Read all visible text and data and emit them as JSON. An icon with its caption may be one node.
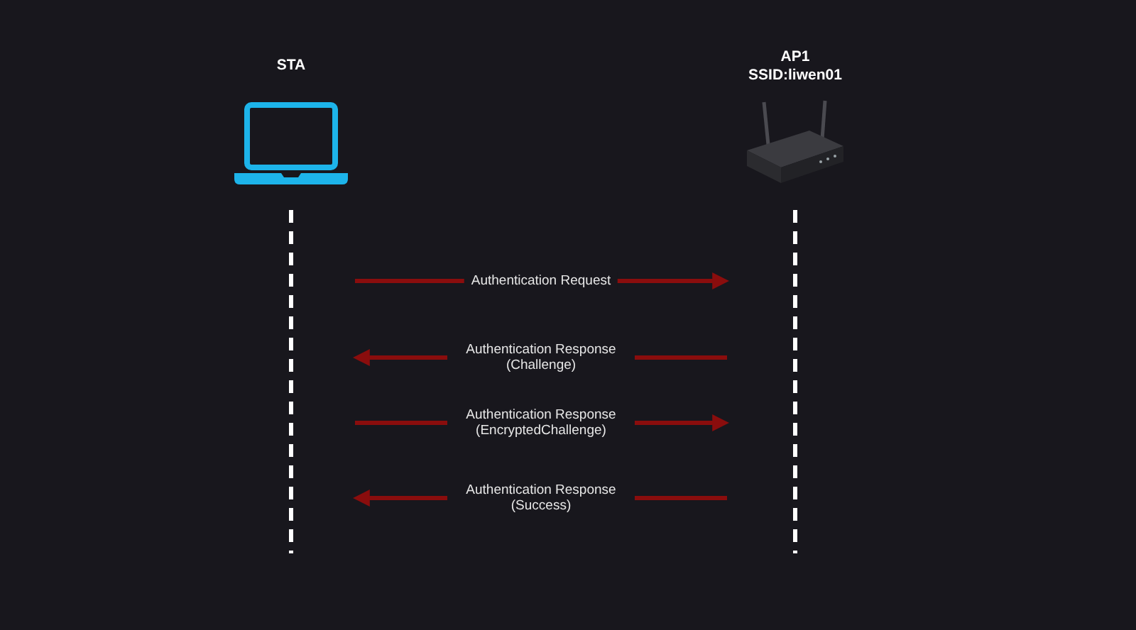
{
  "diagram": {
    "nodes": [
      {
        "text": [
          "STA"
        ]
      },
      {
        "text": [
          "AP1",
          "SSID:liwen01"
        ]
      }
    ],
    "edges": [
      {
        "from": 0,
        "to": 1,
        "arrow": "to",
        "label": "Authentication Request"
      },
      {
        "from": 1,
        "to": 0,
        "arrow": "to",
        "label": "Authentication Response (Challenge)"
      },
      {
        "from": 0,
        "to": 1,
        "arrow": "to",
        "label": "Authentication Response (EncryptedChallenge)"
      },
      {
        "from": 1,
        "to": 0,
        "arrow": "to",
        "label": "Authentication Response (Success)"
      }
    ]
  }
}
